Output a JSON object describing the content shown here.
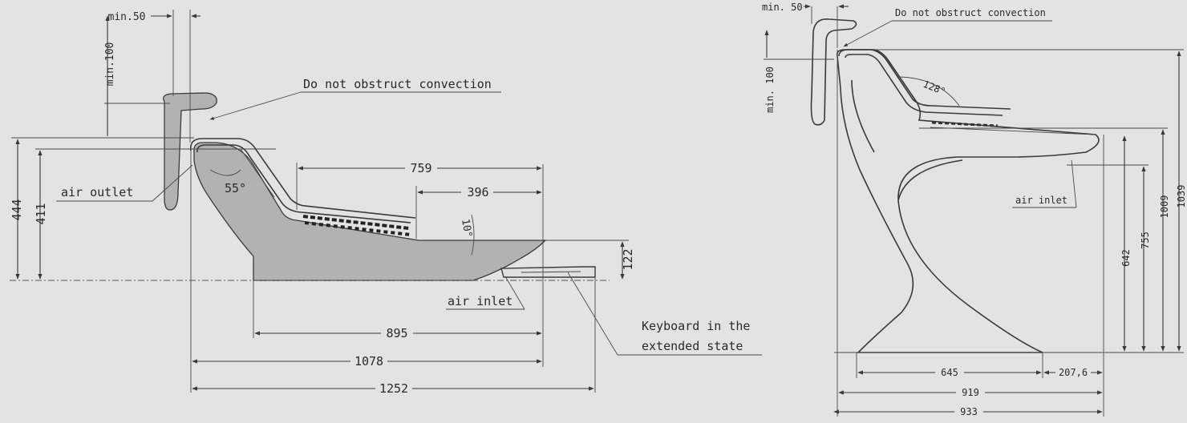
{
  "left_view": {
    "min_50": "min.50",
    "min_100": "min.100",
    "convection_note": "Do not obstruct convection",
    "air_outlet": "air outlet",
    "air_inlet": "air inlet",
    "keyboard_line1": "Keyboard in the",
    "keyboard_line2": "extended state",
    "angle_55": "55°",
    "angle_10": "10°",
    "dim_444": "444",
    "dim_411": "411",
    "dim_759": "759",
    "dim_396": "396",
    "dim_122": "122",
    "dim_895": "895",
    "dim_1078": "1078",
    "dim_1252": "1252"
  },
  "right_view": {
    "min_50": "min. 50",
    "min_100": "min. 100",
    "convection_note": "Do not obstruct convection",
    "angle_128": "128°",
    "air_inlet": "air inlet",
    "dim_1039": "1039",
    "dim_1009": "1009",
    "dim_755": "755",
    "dim_642": "642",
    "dim_645": "645",
    "dim_207_6": "207,6",
    "dim_919": "919",
    "dim_933": "933"
  }
}
